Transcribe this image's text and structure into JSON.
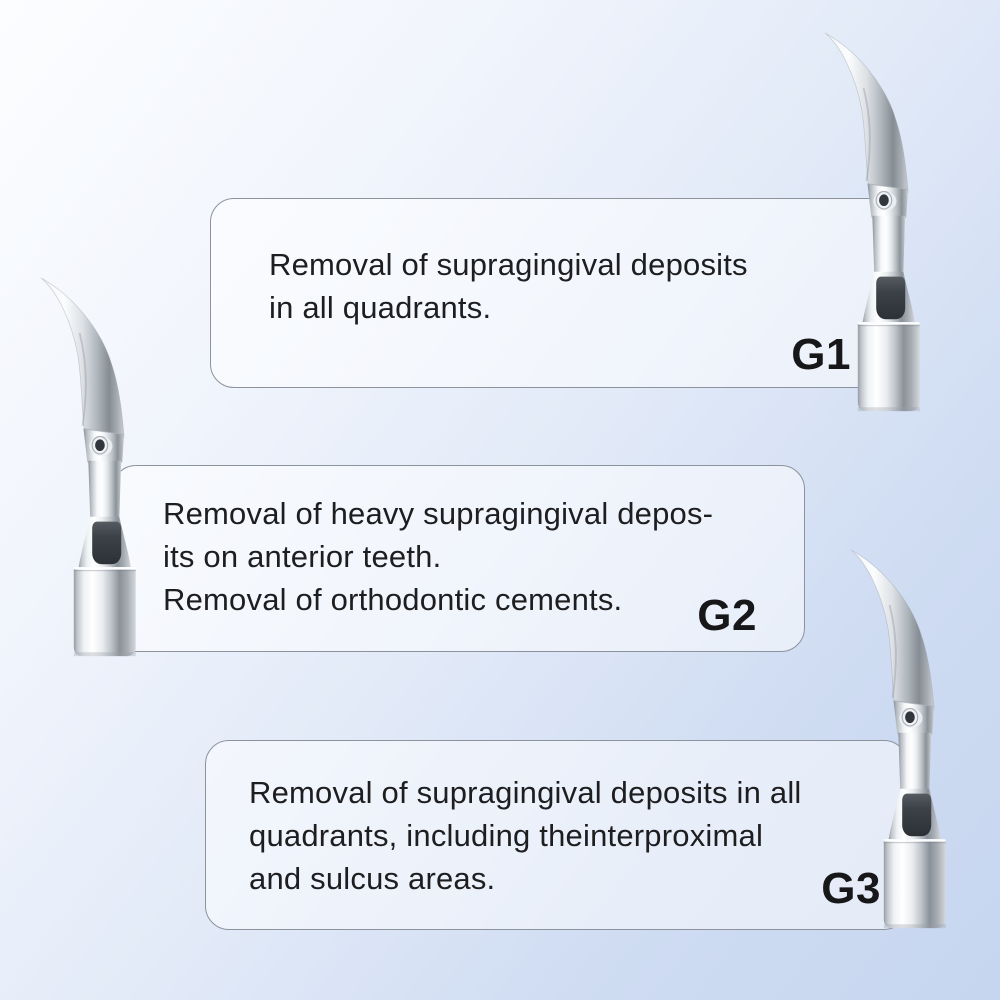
{
  "page": {
    "type": "product-infographic",
    "background_color_top_left": "#fcfdff",
    "background_color_bottom_right": "#c6d6ef",
    "card_fill": "rgba(255,255,255,0.5)",
    "card_border_color": "#8d939d",
    "text_color": "#1e1e20",
    "metal_highlight_color": "#ffffff",
    "metal_shadow_color": "#858c93"
  },
  "cards": [
    {
      "label": "G1",
      "image": "scaler-tip-g1",
      "lines": [
        "Removal of supragingival deposits",
        "in all quadrants."
      ]
    },
    {
      "label": "G2",
      "image": "scaler-tip-g2",
      "lines": [
        "Removal of heavy supragingival depos-",
        "its on anterior teeth.",
        "Removal of orthodontic cements."
      ]
    },
    {
      "label": "G3",
      "image": "scaler-tip-g3",
      "lines": [
        "Removal of supragingival deposits in all",
        "quadrants, including theinterproximal",
        "and sulcus areas."
      ]
    }
  ]
}
